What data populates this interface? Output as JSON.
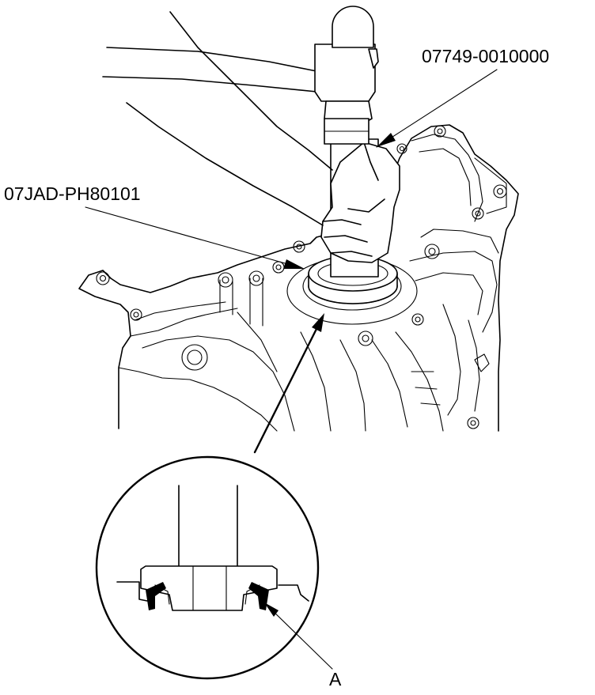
{
  "figure": {
    "callouts": {
      "tool_driver": "07749-0010000",
      "tool_attachment": "07JAD-PH80101",
      "detail_part": "A"
    }
  }
}
